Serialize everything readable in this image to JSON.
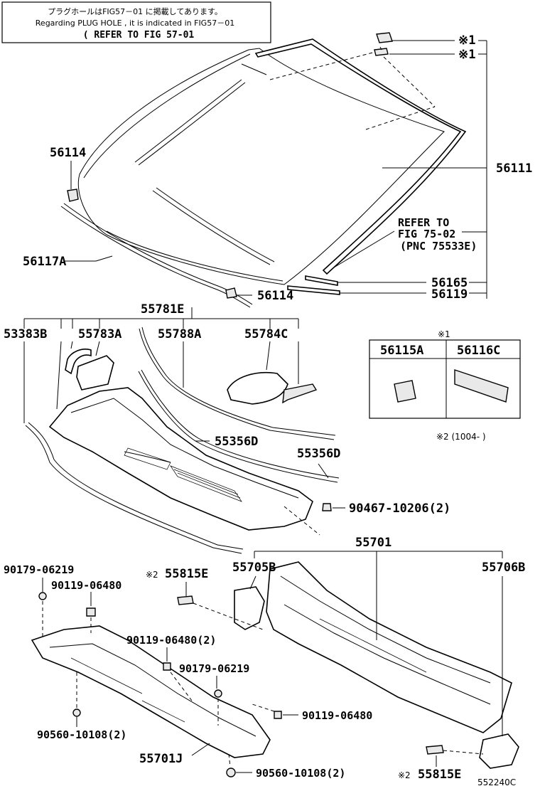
{
  "header_note": {
    "line1": "プラグホールはFIG57－01 に掲載してあります。",
    "line2": "Regarding PLUG HOLE , it is indicated in FIG57－01",
    "line3": "( REFER TO FIG 57-01"
  },
  "marks": {
    "mark1_a": "※1",
    "mark1_b": "※1",
    "table_mark": "※1"
  },
  "labels": {
    "p56114_top": "56114",
    "p56111": "56111",
    "refer_line1": "REFER TO",
    "refer_line2": "FIG 75-02",
    "refer_line3": "(PNC 75533E)",
    "p56117A": "56117A",
    "p56165": "56165",
    "p56114_bottom": "56114",
    "p56119": "56119",
    "p55781E": "55781E",
    "p53383B": "53383B",
    "p55783A": "55783A",
    "p55788A": "55788A",
    "p55784C": "55784C",
    "p55356D_a": "55356D",
    "p55356D_b": "55356D",
    "p90467": "90467-10206(2)",
    "p55701": "55701",
    "p90179_top": "90179-06219",
    "p55815E_top": "55815E",
    "p55705B": "55705B",
    "p55706B": "55706B",
    "p90119_top": "90119-06480",
    "p90119_2": "90119-06480(2)",
    "p90179_mid": "90179-06219",
    "p90119_right": "90119-06480",
    "p90560_left": "90560-10108(2)",
    "p55701J": "55701J",
    "p90560_bottom": "90560-10108(2)",
    "p55815E_bottom": "55815E",
    "mark2_top": "※2",
    "mark2_bottom": "※2",
    "mark2_note": "※2 (1004-     )",
    "figure_code": "552240C"
  },
  "inset_table": {
    "col1": "56115A",
    "col2": "56116C"
  }
}
